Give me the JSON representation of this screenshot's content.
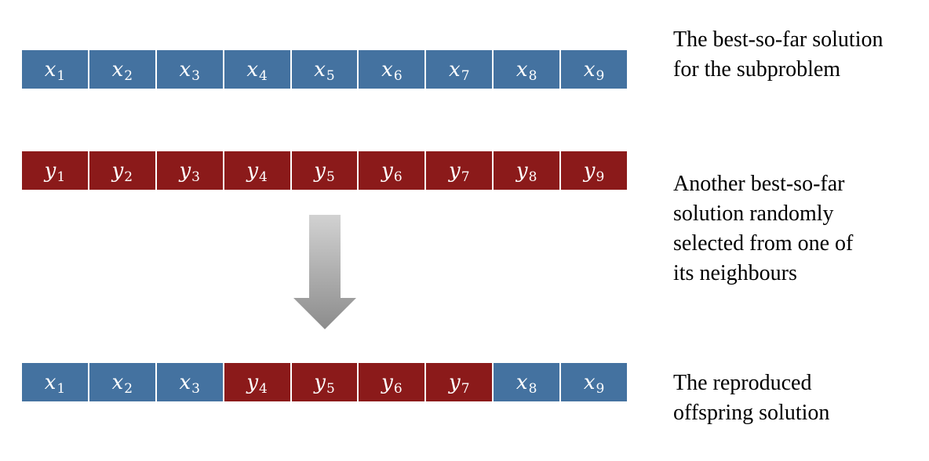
{
  "colors": {
    "x_cell": "#4472a0",
    "y_cell": "#8b1a1a",
    "text_on_cell": "#ffffff"
  },
  "rows": {
    "best_so_far": [
      {
        "var": "x",
        "sub": "1"
      },
      {
        "var": "x",
        "sub": "2"
      },
      {
        "var": "x",
        "sub": "3"
      },
      {
        "var": "x",
        "sub": "4"
      },
      {
        "var": "x",
        "sub": "5"
      },
      {
        "var": "x",
        "sub": "6"
      },
      {
        "var": "x",
        "sub": "7"
      },
      {
        "var": "x",
        "sub": "8"
      },
      {
        "var": "x",
        "sub": "9"
      }
    ],
    "neighbour": [
      {
        "var": "y",
        "sub": "1"
      },
      {
        "var": "y",
        "sub": "2"
      },
      {
        "var": "y",
        "sub": "3"
      },
      {
        "var": "y",
        "sub": "4"
      },
      {
        "var": "y",
        "sub": "5"
      },
      {
        "var": "y",
        "sub": "6"
      },
      {
        "var": "y",
        "sub": "7"
      },
      {
        "var": "y",
        "sub": "8"
      },
      {
        "var": "y",
        "sub": "9"
      }
    ],
    "offspring": [
      {
        "var": "x",
        "sub": "1"
      },
      {
        "var": "x",
        "sub": "2"
      },
      {
        "var": "x",
        "sub": "3"
      },
      {
        "var": "y",
        "sub": "4"
      },
      {
        "var": "y",
        "sub": "5"
      },
      {
        "var": "y",
        "sub": "6"
      },
      {
        "var": "y",
        "sub": "7"
      },
      {
        "var": "x",
        "sub": "8"
      },
      {
        "var": "x",
        "sub": "9"
      }
    ]
  },
  "captions": {
    "best_so_far": [
      "The best-so-far solution",
      "for the subproblem"
    ],
    "neighbour": [
      "Another best-so-far",
      "solution randomly",
      "selected from one of",
      "its neighbours"
    ],
    "offspring": [
      "The reproduced",
      "offspring solution"
    ]
  },
  "arrow_icon": "down-arrow-icon"
}
